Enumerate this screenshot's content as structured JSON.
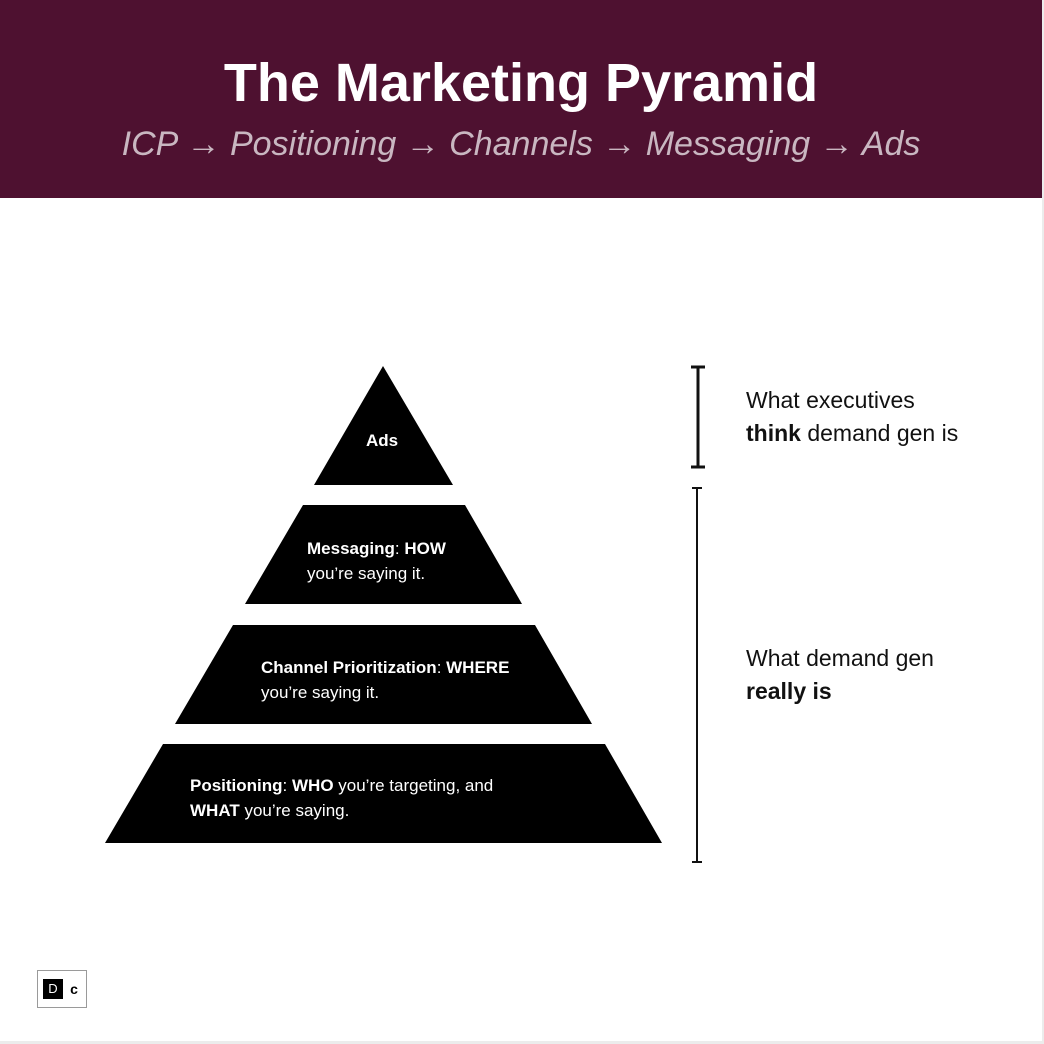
{
  "header": {
    "title": "The Marketing Pyramid",
    "subtitle": "ICP → Positioning → Channels → Messaging → Ads"
  },
  "pyramid": {
    "tiers": [
      {
        "bold": "Ads"
      },
      {
        "bold": "Messaging",
        "sep": ": ",
        "bold2": "HOW",
        "line2": "you’re saying it."
      },
      {
        "bold": "Channel Prioritization",
        "sep": ": ",
        "bold2": "WHERE",
        "line2": "you’re saying it."
      },
      {
        "bold": "Positioning",
        "sep": ": ",
        "bold2": "WHO",
        "rest1": " you’re targeting, and",
        "line2_bold": "WHAT",
        "line2_rest": " you’re saying."
      }
    ]
  },
  "annotations": {
    "top": {
      "line1": "What executives",
      "bold": "think",
      "rest": " demand gen is"
    },
    "bottom": {
      "line1": "What demand gen",
      "bold": "really is"
    }
  },
  "logo": {
    "left": "D",
    "right": "c"
  },
  "colors": {
    "header_bg": "#4e1130",
    "tier_fill": "#000000",
    "subtitle": "#c9b7c1"
  }
}
